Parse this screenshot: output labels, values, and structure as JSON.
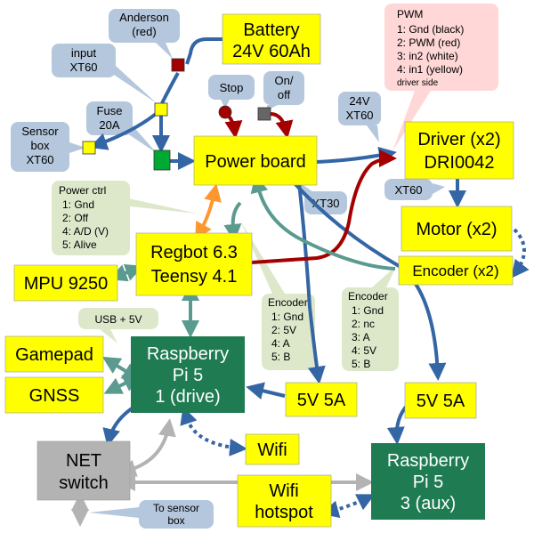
{
  "blocks": {
    "battery": [
      "Battery",
      "24V 60Ah"
    ],
    "power_board": "Power board",
    "driver": [
      "Driver (x2)",
      "DRI0042"
    ],
    "motor": "Motor (x2)",
    "encoder": "Encoder (x2)",
    "regbot": [
      "Regbot 6.3",
      "Teensy 4.1"
    ],
    "mpu": "MPU 9250",
    "gamepad": "Gamepad",
    "gnss": "GNSS",
    "rpi_drive": [
      "Raspberry",
      "Pi 5",
      "1 (drive)"
    ],
    "psu_drive": "5V 5A",
    "psu_aux": "5V 5A",
    "wifi": "Wifi",
    "net_switch": [
      "NET",
      "switch"
    ],
    "wifi_hotspot": [
      "Wifi",
      "hotspot"
    ],
    "rpi_aux": [
      "Raspberry",
      "Pi 5",
      "3 (aux)"
    ]
  },
  "callouts": {
    "anderson": [
      "Anderson",
      "(red)"
    ],
    "input_xt60": [
      "input",
      "XT60"
    ],
    "fuse": [
      "Fuse",
      "20A"
    ],
    "sensor_box": [
      "Sensor",
      "box",
      "XT60"
    ],
    "stop": "Stop",
    "onoff": [
      "On/",
      "off"
    ],
    "xt60_24v": [
      "24V",
      "XT60"
    ],
    "xt60_motor": "XT60",
    "xt30": "XT30",
    "pwm": {
      "title": "PWM",
      "lines": [
        "1: Gnd (black)",
        "2: PWM (red)",
        "3: in2 (white)",
        "4: in1 (yellow)"
      ],
      "note": "driver side"
    },
    "power_ctrl": {
      "title": "Power ctrl",
      "lines": [
        "1: Gnd",
        "2: Off",
        "4: A/D (V)",
        "5: Alive"
      ]
    },
    "encoder_a": {
      "title": "Encoder",
      "lines": [
        "1: Gnd",
        "2: 5V",
        "4: A",
        "5: B"
      ]
    },
    "encoder_b": {
      "title": "Encoder",
      "lines": [
        "1: Gnd",
        "2: nc",
        "3: A",
        "4: 5V",
        "5: B"
      ]
    },
    "usb": "USB + 5V",
    "to_sensor": [
      "To sensor",
      "box"
    ]
  },
  "colors": {
    "block_yellow": "#ffff00",
    "block_green": "#1e7b52",
    "block_gray": "#b3b3b3",
    "callout_blue": "#b4c7dc",
    "callout_green": "#dde8cb",
    "callout_pink": "#ffd7d7",
    "wire_blue": "#3465a4",
    "wire_red": "#a40000",
    "wire_orange": "#ff972f",
    "wire_teal": "#5b9a8f",
    "wire_gray": "#b3b3b3",
    "connector_red": "#a40000",
    "connector_green": "#00a933",
    "connector_gray": "#666666"
  }
}
